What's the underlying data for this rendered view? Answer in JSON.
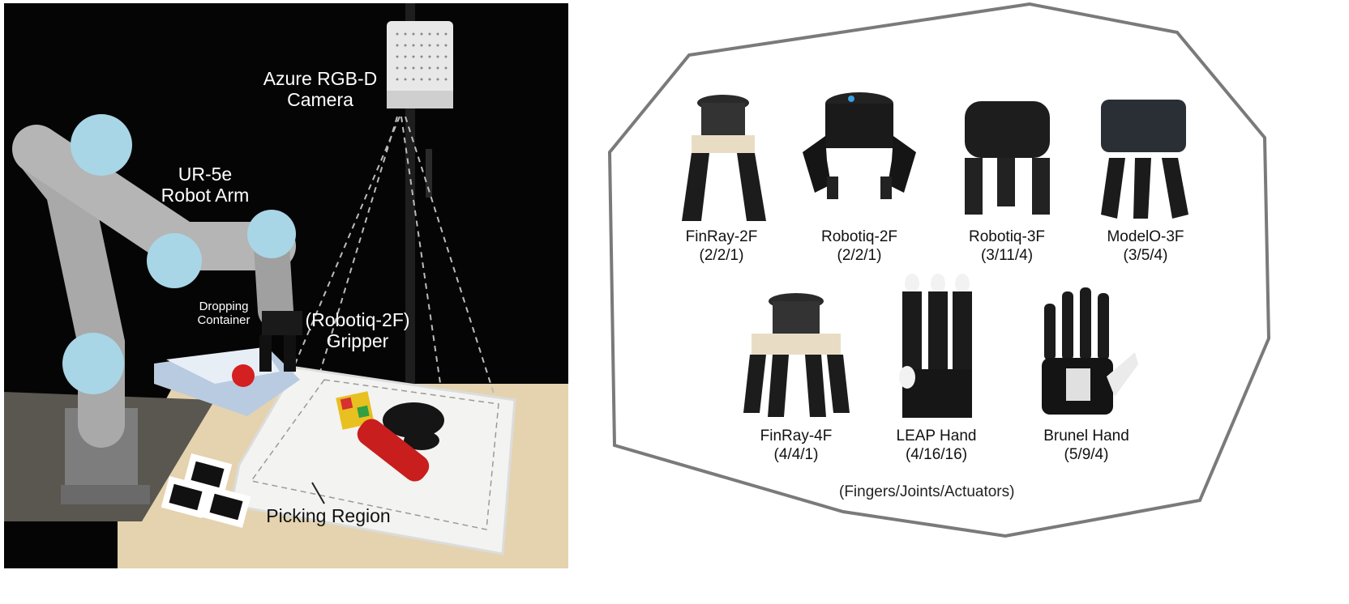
{
  "photo": {
    "camera_label": [
      "Azure RGB-D",
      "Camera"
    ],
    "arm_label": [
      "UR-5e",
      "Robot Arm"
    ],
    "container_label": [
      "Dropping",
      "Container"
    ],
    "gripper_label": [
      "(Robotiq-2F)",
      "Gripper"
    ],
    "region_label": "Picking Region"
  },
  "grippers": [
    {
      "name": "FinRay-2F",
      "spec": "(2/2/1)",
      "icon": "finray-2f-gripper-icon"
    },
    {
      "name": "Robotiq-2F",
      "spec": "(2/2/1)",
      "icon": "robotiq-2f-gripper-icon"
    },
    {
      "name": "Robotiq-3F",
      "spec": "(3/11/4)",
      "icon": "robotiq-3f-gripper-icon"
    },
    {
      "name": "ModelO-3F",
      "spec": "(3/5/4)",
      "icon": "modelo-3f-gripper-icon"
    },
    {
      "name": "FinRay-4F",
      "spec": "(4/4/1)",
      "icon": "finray-4f-gripper-icon"
    },
    {
      "name": "LEAP Hand",
      "spec": "(4/16/16)",
      "icon": "leap-hand-icon"
    },
    {
      "name": "Brunel Hand",
      "spec": "(5/9/4)",
      "icon": "brunel-hand-icon"
    }
  ],
  "legend": "(Fingers/Joints/Actuators)"
}
